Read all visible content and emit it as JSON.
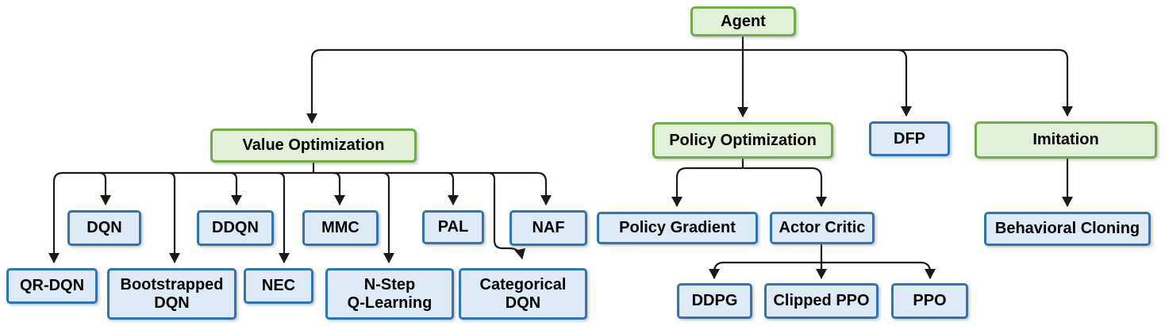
{
  "diagram": {
    "colors": {
      "green_border": "#70AD47",
      "green_fill": "#E2EFD9",
      "blue_border": "#2E75B6",
      "blue_fill": "#DEEBF7",
      "connector": "#1A1A1A",
      "text": "#000000"
    },
    "nodes": [
      {
        "id": "agent",
        "label": "Agent",
        "variant": "green",
        "parent": null
      },
      {
        "id": "value_optimization",
        "label": "Value Optimization",
        "variant": "green",
        "parent": "agent"
      },
      {
        "id": "policy_optimization",
        "label": "Policy Optimization",
        "variant": "green",
        "parent": "agent"
      },
      {
        "id": "dfp",
        "label": "DFP",
        "variant": "blue",
        "parent": "agent"
      },
      {
        "id": "imitation",
        "label": "Imitation",
        "variant": "green",
        "parent": "agent"
      },
      {
        "id": "dqn",
        "label": "DQN",
        "variant": "blue",
        "parent": "value_optimization"
      },
      {
        "id": "ddqn",
        "label": "DDQN",
        "variant": "blue",
        "parent": "value_optimization"
      },
      {
        "id": "mmc",
        "label": "MMC",
        "variant": "blue",
        "parent": "value_optimization"
      },
      {
        "id": "pal",
        "label": "PAL",
        "variant": "blue",
        "parent": "value_optimization"
      },
      {
        "id": "naf",
        "label": "NAF",
        "variant": "blue",
        "parent": "value_optimization"
      },
      {
        "id": "qr_dqn",
        "label": "QR-DQN",
        "variant": "blue",
        "parent": "value_optimization"
      },
      {
        "id": "bootstrapped_dqn",
        "label": "Bootstrapped DQN",
        "lines": [
          "Bootstrapped",
          "DQN"
        ],
        "variant": "blue",
        "parent": "value_optimization"
      },
      {
        "id": "nec",
        "label": "NEC",
        "variant": "blue",
        "parent": "value_optimization"
      },
      {
        "id": "n_step_q_learning",
        "label": "N-Step Q-Learning",
        "lines": [
          "N-Step",
          "Q-Learning"
        ],
        "variant": "blue",
        "parent": "value_optimization"
      },
      {
        "id": "categorical_dqn",
        "label": "Categorical DQN",
        "lines": [
          "Categorical",
          "DQN"
        ],
        "variant": "blue",
        "parent": "value_optimization"
      },
      {
        "id": "policy_gradient",
        "label": "Policy Gradient",
        "variant": "blue",
        "parent": "policy_optimization"
      },
      {
        "id": "actor_critic",
        "label": "Actor Critic",
        "variant": "blue",
        "parent": "policy_optimization"
      },
      {
        "id": "behavioral_cloning",
        "label": "Behavioral Cloning",
        "variant": "blue",
        "parent": "imitation"
      },
      {
        "id": "ddpg",
        "label": "DDPG",
        "variant": "blue",
        "parent": "actor_critic"
      },
      {
        "id": "clipped_ppo",
        "label": "Clipped PPO",
        "variant": "blue",
        "parent": "actor_critic"
      },
      {
        "id": "ppo",
        "label": "PPO",
        "variant": "blue",
        "parent": "actor_critic"
      }
    ]
  }
}
